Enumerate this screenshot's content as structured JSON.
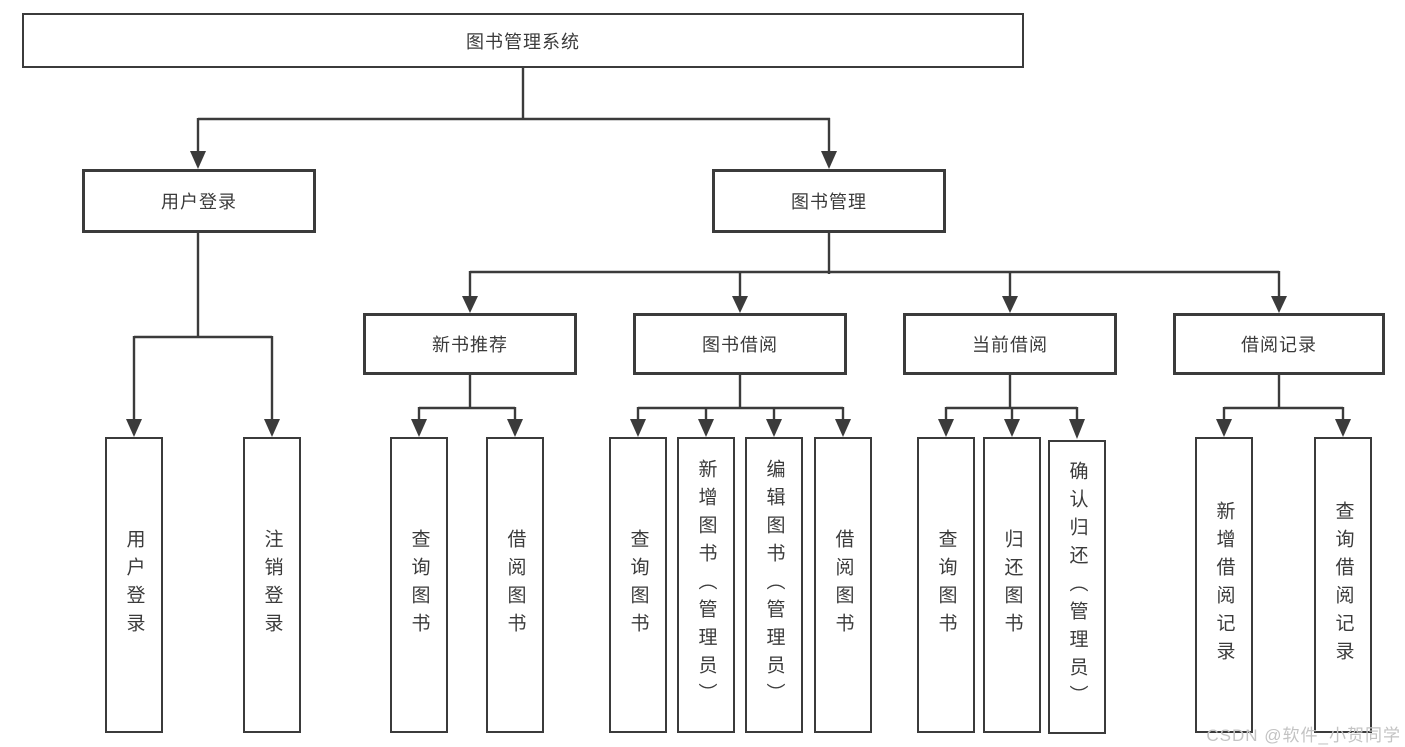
{
  "diagram": {
    "title": "图书管理系统",
    "watermark": "CSDN @软件_小贺同学",
    "colors": {
      "line": "#3b3b3b",
      "box_border": "#3b3b3b",
      "text": "#3b3b3b",
      "background": "#ffffff",
      "watermark": "#c3c3c3"
    },
    "root": {
      "label": "图书管理系统"
    },
    "branches": [
      {
        "label": "用户登录",
        "children": [
          {
            "label": "用户登录"
          },
          {
            "label": "注销登录"
          }
        ]
      },
      {
        "label": "图书管理",
        "children": [
          {
            "label": "新书推荐",
            "children": [
              {
                "label": "查询图书"
              },
              {
                "label": "借阅图书"
              }
            ]
          },
          {
            "label": "图书借阅",
            "children": [
              {
                "label": "查询图书"
              },
              {
                "label": "新增图书（管理员）"
              },
              {
                "label": "编辑图书（管理员）"
              },
              {
                "label": "借阅图书"
              }
            ]
          },
          {
            "label": "当前借阅",
            "children": [
              {
                "label": "查询图书"
              },
              {
                "label": "归还图书"
              },
              {
                "label": "确认归还（管理员）"
              }
            ]
          },
          {
            "label": "借阅记录",
            "children": [
              {
                "label": "新增借阅记录"
              },
              {
                "label": "查询借阅记录"
              }
            ]
          }
        ]
      }
    ]
  }
}
